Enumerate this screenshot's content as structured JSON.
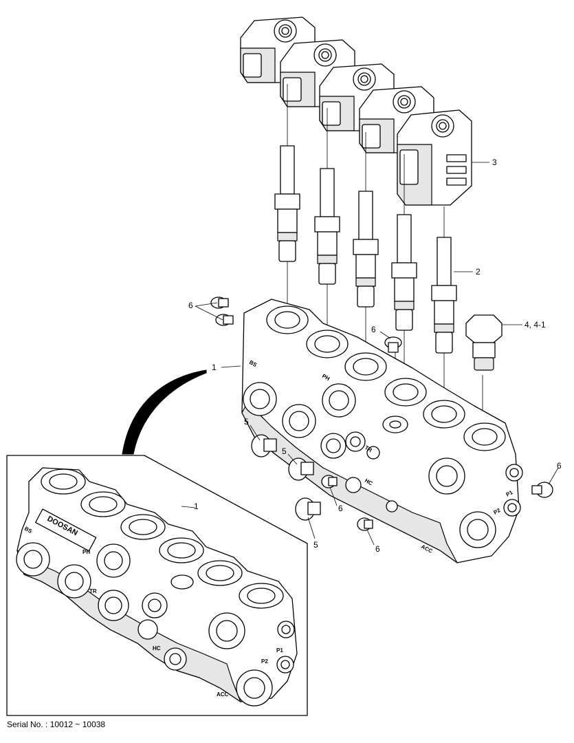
{
  "callouts": {
    "c1_main": "1",
    "c1_inset": "1",
    "c2": "2",
    "c3": "3",
    "c4": "4, 4-1",
    "c5_a": "5",
    "c5_b": "5",
    "c5_c": "5",
    "c6_a": "6",
    "c6_b": "6",
    "c6_c": "6",
    "c6_d": "6",
    "c6_e": "6"
  },
  "engravings": {
    "acc_main": "ACC",
    "p1_main": "P1",
    "p2_main": "P2",
    "hc_main": "HC",
    "bs_main": "BS",
    "ph_main": "PH",
    "tr_main": "TR",
    "brand_inset": "DOOSAN",
    "bs_inset": "BS",
    "ph_inset": "PH",
    "tr_inset": "TR",
    "hc_inset": "HC",
    "p2_inset": "P2",
    "p1_inset": "P1",
    "acc_inset": "ACC"
  },
  "footer": {
    "serial": "Serial No. : 10012 ~ 10038"
  }
}
